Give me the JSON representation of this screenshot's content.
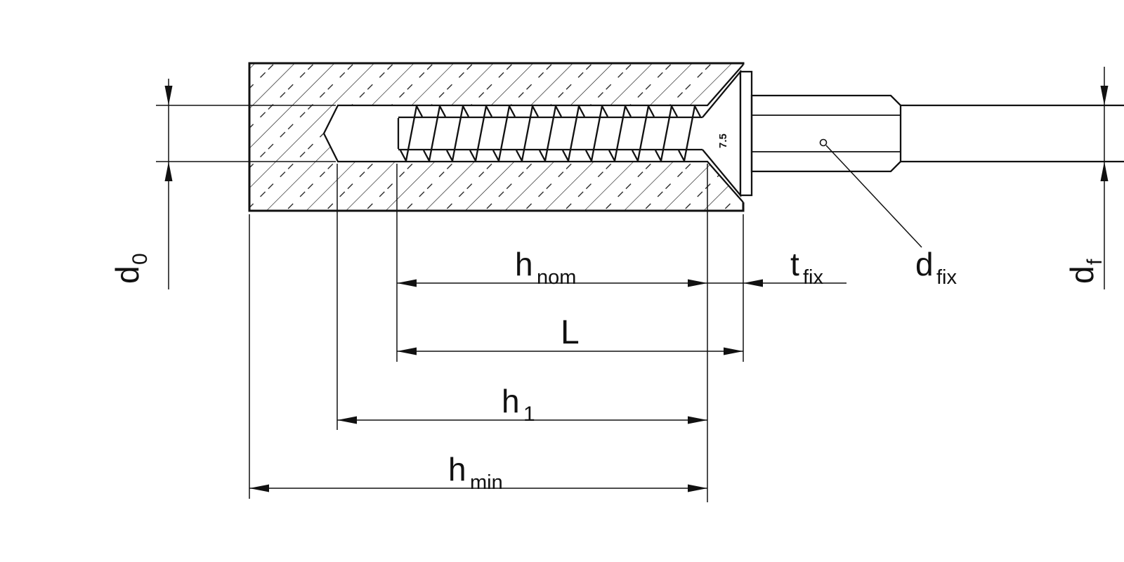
{
  "meta": {
    "description": "Technical cross-section drawing of a concrete screw anchor installed in base material with installation dimensions",
    "background_color": "#ffffff",
    "line_color": "#111111"
  },
  "labels": {
    "d_0": {
      "main": "d",
      "sub": "0"
    },
    "h_nom": {
      "main": "h",
      "sub": "nom"
    },
    "t_fix": {
      "main": "t",
      "sub": "fix"
    },
    "d_fix": {
      "main": "d",
      "sub": "fix"
    },
    "d_f": {
      "main": "d",
      "sub": "f"
    },
    "L": {
      "main": "L"
    },
    "h_1": {
      "main": "h",
      "sub": "1"
    },
    "h_min": {
      "main": "h",
      "sub": "min"
    }
  },
  "screw": {
    "head_marking": "7.5"
  }
}
